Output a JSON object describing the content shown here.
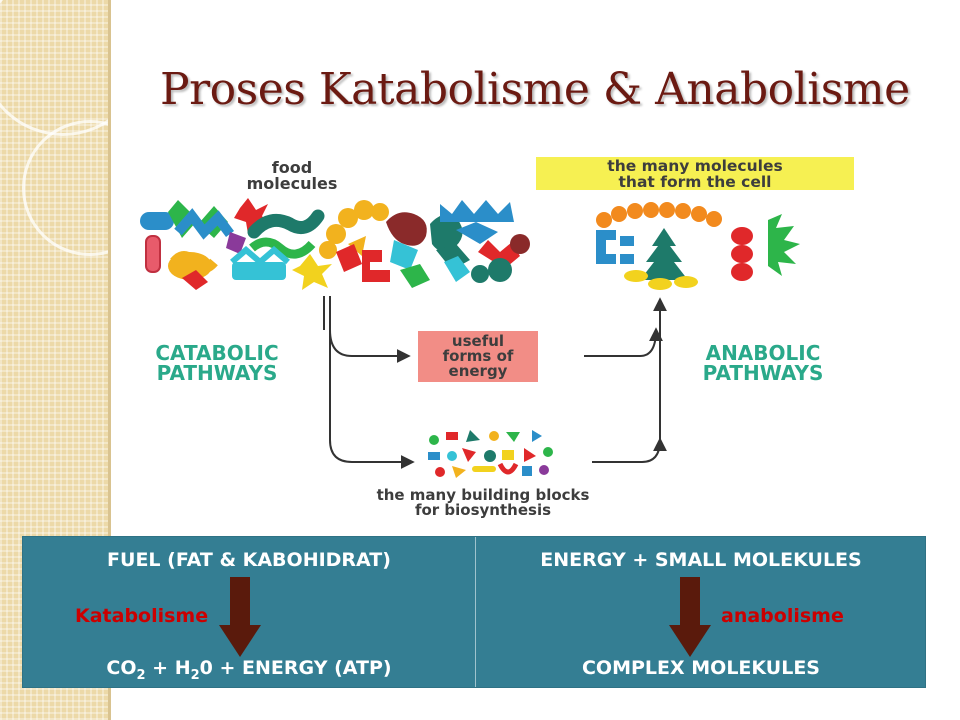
{
  "slide": {
    "title": "Proses Katabolisme & Anabolisme"
  },
  "diagram": {
    "food_line1": "food",
    "food_line2": "molecules",
    "cell_line1": "the many molecules",
    "cell_line2": "that form the cell",
    "catabolic_line1": "CATABOLIC",
    "catabolic_line2": "PATHWAYS",
    "anabolic_line1": "ANABOLIC",
    "anabolic_line2": "PATHWAYS",
    "energy_line1": "useful",
    "energy_line2": "forms of",
    "energy_line3": "energy",
    "blocks_line1": "the many building blocks",
    "blocks_line2": "for biosynthesis"
  },
  "table": {
    "left": {
      "top": "FUEL (FAT & KABOHIDRAT)",
      "process": "Katabolisme",
      "bottom_co": "CO",
      "bottom_co_sub": "2",
      "bottom_h": " + H",
      "bottom_h_sub": "2",
      "bottom_rest": "0 + ENERGY (ATP)"
    },
    "right": {
      "top": "ENERGY + SMALL MOLEKULES",
      "process": "anabolisme",
      "bottom": "COMPLEX MOLEKULES"
    }
  },
  "colors": {
    "title": "#6b1a12",
    "pathway_label": "#2aa98a",
    "table_bg": "#347e93",
    "process_label": "#cc0000",
    "arrow": "#5a1a0c"
  }
}
